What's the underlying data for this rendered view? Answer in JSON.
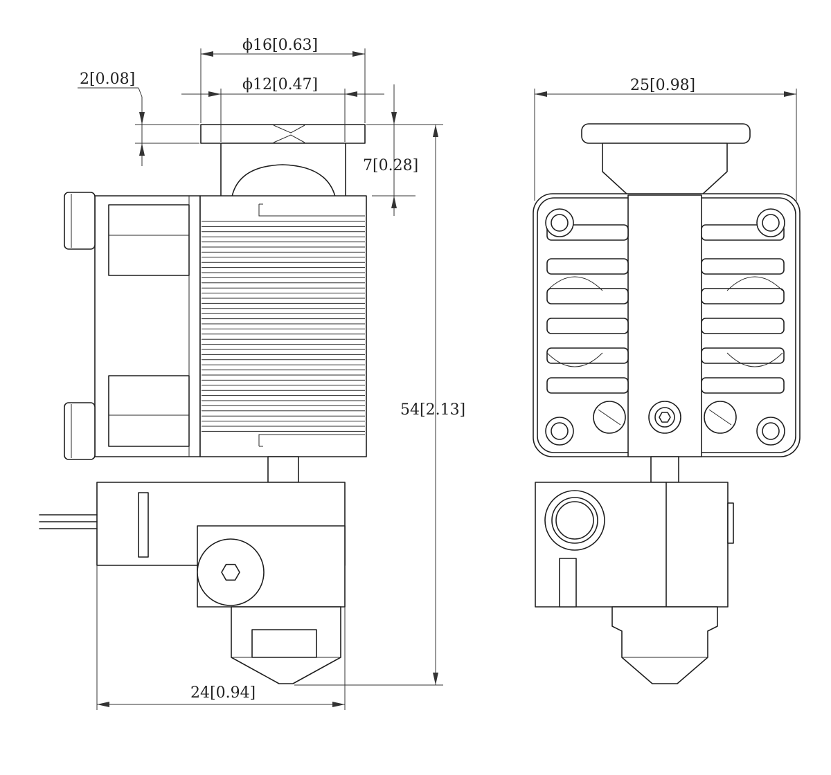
{
  "diagram": {
    "colors": {
      "line": "#1f1f1f",
      "background": "#ffffff"
    },
    "dimensions": {
      "dia_outer": "ϕ16[0.63]",
      "dia_inner": "ϕ12[0.47]",
      "plate_thickness": "2[0.08]",
      "neck_height": "7[0.28]",
      "total_height": "54[2.13]",
      "side_width": "24[0.94]",
      "front_width": "25[0.98]"
    }
  }
}
